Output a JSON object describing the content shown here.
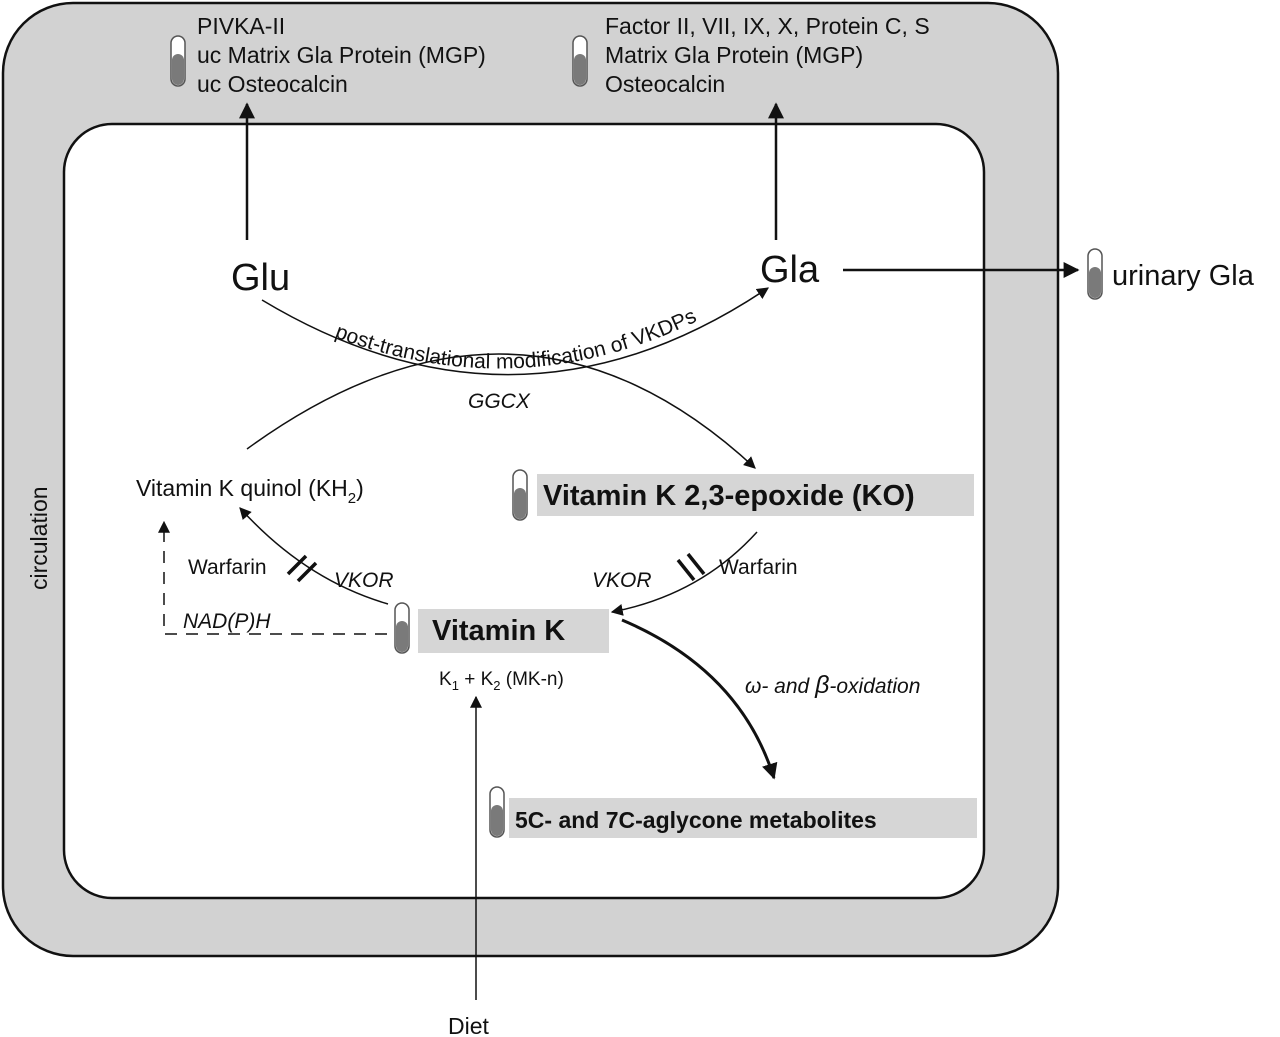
{
  "labels": {
    "circulation": "circulation",
    "top_left": [
      "PIVKA-II",
      "uc Matrix Gla Protein (MGP)",
      "uc Osteocalcin"
    ],
    "top_right": [
      "Factor II, VII, IX, X, Protein C, S",
      "Matrix Gla Protein (MGP)",
      "Osteocalcin"
    ],
    "glu": "Glu",
    "gla": "Gla",
    "urinary_gla": "urinary Gla",
    "post_translational": "post-translational modification of VKDPs",
    "ggcx": "GGCX",
    "quinol": "Vitamin K quinol (KH",
    "quinol_sub": "2",
    "quinol_close": ")",
    "epoxide": "Vitamin K 2,3-epoxide (KO)",
    "warfarin_left": "Warfarin",
    "vkor_left": "VKOR",
    "vkor_right": "VKOR",
    "warfarin_right": "Warfarin",
    "nadph": "NAD(P)H",
    "vitamin_k": "Vitamin K",
    "k_forms": {
      "k": "K",
      "sub1": "1",
      "plus": " + K",
      "sub2": "2",
      "mk": " (MK-n)"
    },
    "oxidation": {
      "omega": "ω",
      "and": "- and ",
      "beta": "β",
      "rest": "-oxidation"
    },
    "metabolites": "5C- and 7C-aglycone metabolites",
    "diet": "Diet"
  },
  "colors": {
    "outer_box": "#d2d2d2",
    "highlight_box": "#d6d6d6",
    "line": "#111111",
    "tube_fill": "#7a7a7a"
  }
}
